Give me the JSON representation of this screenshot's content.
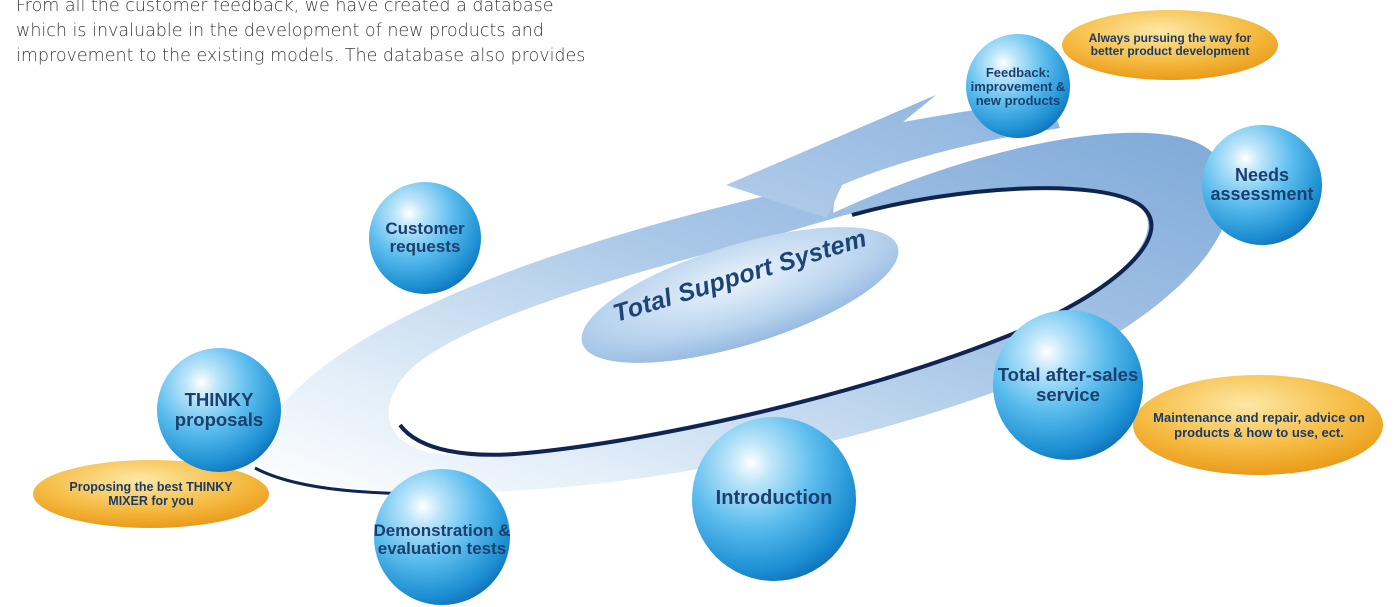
{
  "intro_lines": [
    "From all the customer feedback, we have created a database",
    "which is invaluable in the development of new products and",
    "improvement to the existing models. The database also provides"
  ],
  "center_label": "Total Support System",
  "colors": {
    "sphere": "#2e9fdc",
    "sphere_text": "#1b3f6e",
    "arrow": "#8db3dc",
    "arrow_outline": "#0f2550",
    "callout": "#f0a92a"
  },
  "nodes": {
    "feedback": "Feedback: improvement & new products",
    "needs": "Needs assessment",
    "customer": "Customer requests",
    "thinky": "THINKY proposals",
    "demo": "Demonstration & evaluation tests",
    "introduction": "Introduction",
    "aftersales": "Total after-sales service"
  },
  "callouts": {
    "feedback_note": "Always pursuing the way for better product development",
    "aftersales_note": "Maintenance and repair, advice on products & how to use, ect.",
    "thinky_note": "Proposing the best THINKY MIXER for you"
  }
}
